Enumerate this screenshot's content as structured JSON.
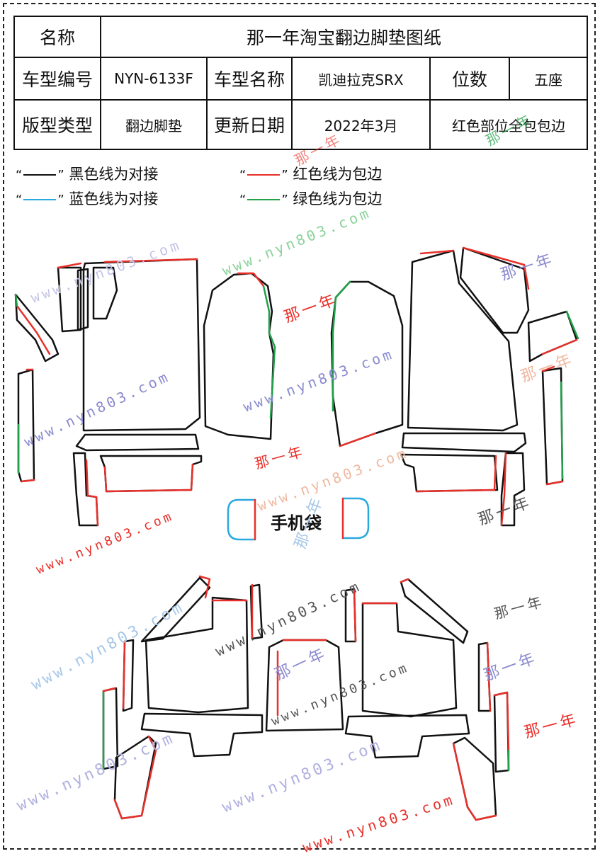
{
  "table": {
    "name_label": "名称",
    "title": "那一年淘宝翻边脚垫图纸",
    "model_code_label": "车型编号",
    "model_code": "NYN-6133F",
    "model_name_label": "车型名称",
    "model_name": "凯迪拉克SRX",
    "seats_label": "位数",
    "seats": "五座",
    "type_label": "版型类型",
    "type_value": "翻边脚垫",
    "date_label": "更新日期",
    "date_value": "2022年3月",
    "note": "红色部位全包包边"
  },
  "legend": [
    {
      "text": "黑色线为对接",
      "color": "#111111"
    },
    {
      "text": "红色线为包边",
      "color": "#e8302a"
    },
    {
      "text": "蓝色线为对接",
      "color": "#2aa8e0"
    },
    {
      "text": "绿色线为包边",
      "color": "#22a04a"
    }
  ],
  "phone_bag_label": "手机袋",
  "watermark_url": "www.nyn803.com",
  "watermark_brand": "那一年",
  "colors": {
    "black": "#111111",
    "red": "#e8302a",
    "blue": "#2aa8e0",
    "green": "#22a04a"
  }
}
